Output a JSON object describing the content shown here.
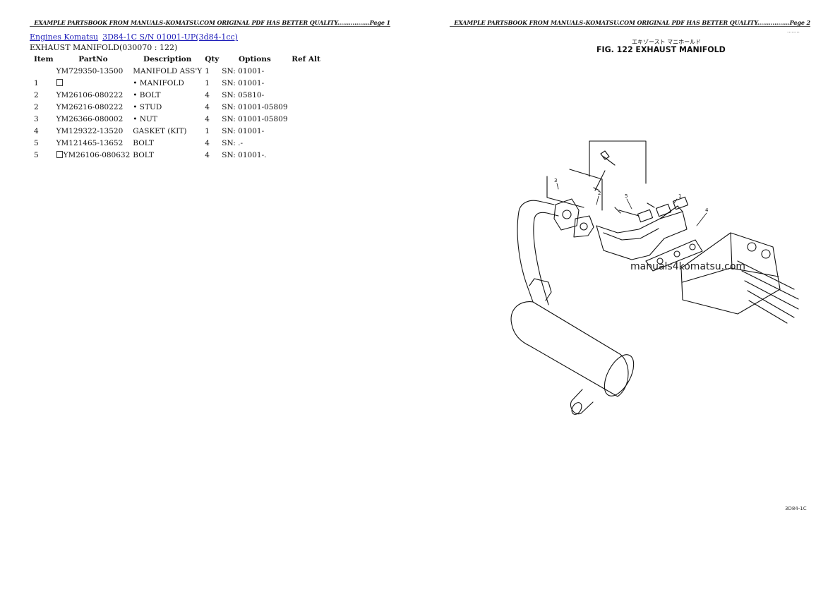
{
  "header": {
    "page1": "EXAMPLE PARTSBOOK FROM MANUALS-KOMATSU.COM ORIGINAL PDF HAS BETTER QUALITY.................Page 1",
    "page2": "EXAMPLE PARTSBOOK FROM MANUALS-KOMATSU.COM ORIGINAL PDF HAS BETTER QUALITY.................Page 2"
  },
  "breadcrumb": {
    "link1": "Engines Komatsu",
    "link2": "3D84-1C S/N 01001-UP(3d84-1cc)"
  },
  "section_title": "EXHAUST MANIFOLD(030070 : 122)",
  "table": {
    "headers": [
      "Item",
      "PartNo",
      "Description",
      "Qty",
      "Options",
      "Ref Alt"
    ],
    "rows": [
      {
        "item": "",
        "part": "YM729350-13500",
        "desc": "MANIFOLD ASS'Y",
        "qty": "1",
        "opt": "SN: 01001-",
        "ref": ""
      },
      {
        "item": "1",
        "part": "",
        "desc": "• MANIFOLD",
        "qty": "1",
        "opt": "SN: 01001-",
        "ref": ""
      },
      {
        "item": "2",
        "part": "YM26106-080222",
        "desc": "• BOLT",
        "qty": "4",
        "opt": "SN: 05810-",
        "ref": ""
      },
      {
        "item": "2",
        "part": "YM26216-080222",
        "desc": "• STUD",
        "qty": "4",
        "opt": "SN: 01001-05809",
        "ref": ""
      },
      {
        "item": "3",
        "part": "YM26366-080002",
        "desc": "• NUT",
        "qty": "4",
        "opt": "SN: 01001-05809",
        "ref": ""
      },
      {
        "item": "4",
        "part": "YM129322-13520",
        "desc": "GASKET (KIT)",
        "qty": "1",
        "opt": "SN: 01001-",
        "ref": ""
      },
      {
        "item": "5",
        "part": "YM121465-13652",
        "desc": "BOLT",
        "qty": "4",
        "opt": "SN: .-",
        "ref": ""
      },
      {
        "item": "5",
        "part": "YM26106-080632",
        "desc": "BOLT",
        "qty": "4",
        "opt": "SN: 01001-.",
        "ref": ""
      }
    ]
  },
  "figure": {
    "jp_title": "エキゾースト マニホールド",
    "title": "FIG. 122  EXHAUST MANIFOLD",
    "watermark": "manuals4komatsu.com",
    "page_code": "3D84-1C"
  },
  "colors": {
    "link": "#1a1ab8",
    "text": "#111111",
    "rule": "#555555"
  }
}
